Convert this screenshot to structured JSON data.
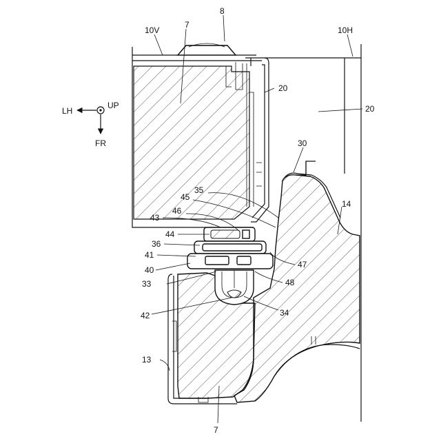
{
  "labels": {
    "p8": "8",
    "p10V": "10V",
    "p10H": "10H",
    "p7_top": "7",
    "p20_a": "20",
    "p20_b": "20",
    "p30": "30",
    "p14": "14",
    "p35": "35",
    "p45": "45",
    "p46": "46",
    "p43": "43",
    "p44": "44",
    "p36": "36",
    "p41": "41",
    "p40": "40",
    "p47": "47",
    "p48": "48",
    "p33": "33",
    "p42": "42",
    "p34": "34",
    "p13": "13",
    "p7_bottom": "7"
  },
  "orientation": {
    "left": "LH",
    "up": "UP",
    "front": "FR"
  }
}
